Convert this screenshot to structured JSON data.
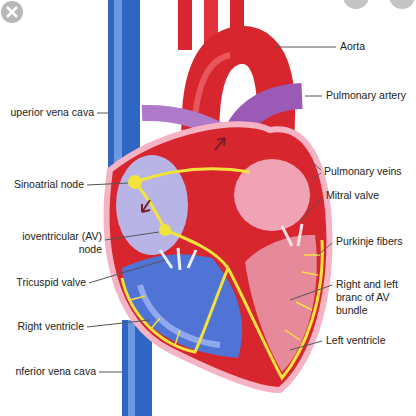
{
  "diagram": {
    "labels": [
      "uperior vena cava",
      "Sinoatrial node",
      "ioventricular (AV) node",
      "Tricuspid valve",
      "Right ventricle",
      "nferior vena cava",
      "Aorta",
      "Pulmonary artery",
      "Pulmonary veins",
      "Mitral valve",
      "Purkinje fibers",
      "Right and left branc of AV bundle",
      "Left ventricle"
    ]
  }
}
